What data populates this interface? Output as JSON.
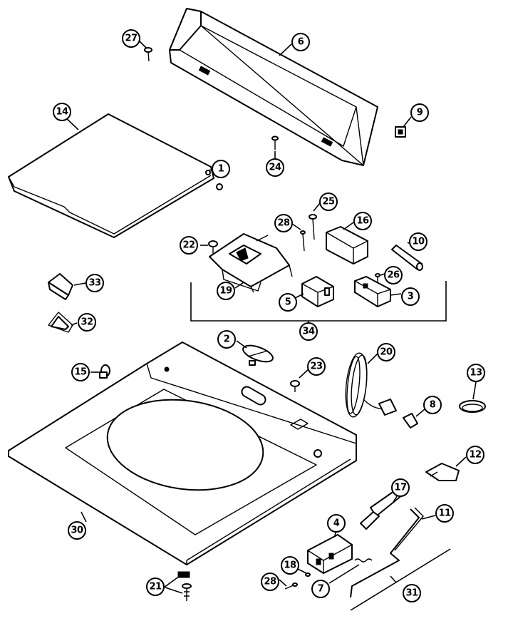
{
  "diagram": {
    "callouts": [
      {
        "key": "c27",
        "label": "27"
      },
      {
        "key": "c6",
        "label": "6"
      },
      {
        "key": "c14",
        "label": "14"
      },
      {
        "key": "c9",
        "label": "9"
      },
      {
        "key": "c1",
        "label": "1"
      },
      {
        "key": "c24",
        "label": "24"
      },
      {
        "key": "c25",
        "label": "25"
      },
      {
        "key": "c28a",
        "label": "28"
      },
      {
        "key": "c16",
        "label": "16"
      },
      {
        "key": "c22",
        "label": "22"
      },
      {
        "key": "c10",
        "label": "10"
      },
      {
        "key": "c26",
        "label": "26"
      },
      {
        "key": "c33",
        "label": "33"
      },
      {
        "key": "c19",
        "label": "19"
      },
      {
        "key": "c5",
        "label": "5"
      },
      {
        "key": "c3",
        "label": "3"
      },
      {
        "key": "c32",
        "label": "32"
      },
      {
        "key": "c34",
        "label": "34"
      },
      {
        "key": "c2",
        "label": "2"
      },
      {
        "key": "c20",
        "label": "20"
      },
      {
        "key": "c15",
        "label": "15"
      },
      {
        "key": "c23",
        "label": "23"
      },
      {
        "key": "c13",
        "label": "13"
      },
      {
        "key": "c8",
        "label": "8"
      },
      {
        "key": "c12",
        "label": "12"
      },
      {
        "key": "c17",
        "label": "17"
      },
      {
        "key": "c30",
        "label": "30"
      },
      {
        "key": "c4",
        "label": "4"
      },
      {
        "key": "c11",
        "label": "11"
      },
      {
        "key": "c18",
        "label": "18"
      },
      {
        "key": "c28b",
        "label": "28"
      },
      {
        "key": "c7",
        "label": "7"
      },
      {
        "key": "c21",
        "label": "21"
      },
      {
        "key": "c31",
        "label": "31"
      }
    ]
  }
}
